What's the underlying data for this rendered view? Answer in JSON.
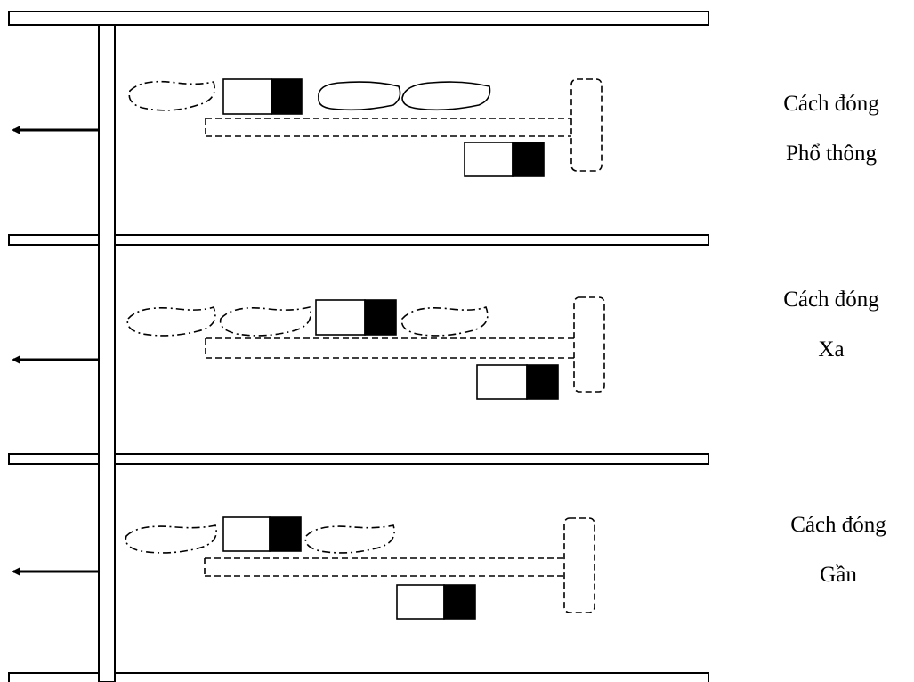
{
  "colors": {
    "stroke": "#000000",
    "fill_dark": "#000000",
    "background": "#ffffff"
  },
  "rows": [
    {
      "line1": "Cách đóng",
      "line2": "Phổ thông",
      "upper_shapes": [
        "dashdot-blob",
        "block",
        "solid-blob",
        "solid-blob"
      ]
    },
    {
      "line1": "Cách đóng",
      "line2": "Xa",
      "upper_shapes": [
        "dashdot-blob",
        "dashdot-blob",
        "block",
        "dashdot-blob"
      ]
    },
    {
      "line1": "Cách đóng",
      "line2": "Gần",
      "upper_shapes": [
        "dashdot-blob",
        "block",
        "dashdot-blob"
      ]
    }
  ]
}
